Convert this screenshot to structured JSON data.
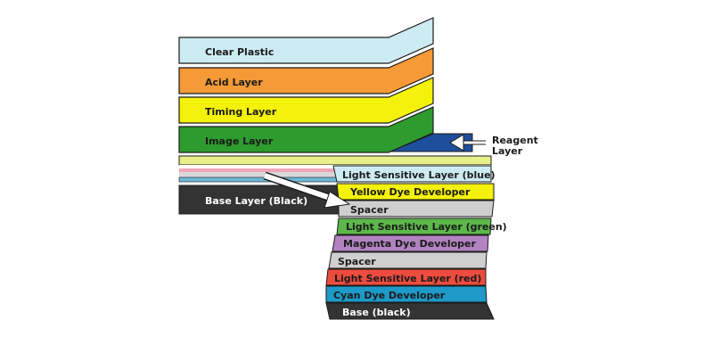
{
  "diagram": {
    "upper_layers": [
      {
        "label": "Clear Plastic",
        "color": "#cdebf2",
        "text_color": "#1b1b1b"
      },
      {
        "label": "Acid Layer",
        "color": "#f59a36",
        "text_color": "#1b1b1b"
      },
      {
        "label": "Timing Layer",
        "color": "#f4f20a",
        "text_color": "#1b1b1b"
      },
      {
        "label": "Image Layer",
        "color": "#2e9b2e",
        "text_color": "#1b1b1b"
      }
    ],
    "reagent": {
      "label_line1": "Reagent",
      "label_line2": "Layer",
      "color": "#1f4e9c"
    },
    "base_layer": {
      "label": "Base Layer (Black)",
      "color": "#333333",
      "text_color": "#ffffff"
    },
    "negative_layers": [
      {
        "label": "Light Sensitive Layer (blue)",
        "color": "#cdebf2",
        "text_color": "#1b1b1b"
      },
      {
        "label": "Yellow Dye Developer",
        "color": "#f4f20a",
        "text_color": "#1b1b1b"
      },
      {
        "label": "Spacer",
        "color": "#cfcfcf",
        "text_color": "#1b1b1b"
      },
      {
        "label": "Light Sensitive Layer (green)",
        "color": "#5cb84a",
        "text_color": "#1b1b1b"
      },
      {
        "label": "Magenta Dye Developer",
        "color": "#b283c0",
        "text_color": "#1b1b1b"
      },
      {
        "label": "Spacer",
        "color": "#cfcfcf",
        "text_color": "#1b1b1b"
      },
      {
        "label": "Light Sensitive Layer (red)",
        "color": "#ee4b3f",
        "text_color": "#1b1b1b"
      },
      {
        "label": "Cyan Dye Developer",
        "color": "#1e99c8",
        "text_color": "#1b1b1b"
      },
      {
        "label": "Base (black)",
        "color": "#333333",
        "text_color": "#ffffff"
      }
    ],
    "thin_stripes": [
      {
        "name": "stripe-yellow-green",
        "color": "#e8f08a"
      },
      {
        "name": "stripe-white",
        "color": "#ffffff"
      },
      {
        "name": "stripe-pink",
        "color": "#f1a6b8"
      },
      {
        "name": "stripe-gray",
        "color": "#d8d8d8"
      },
      {
        "name": "stripe-blue",
        "color": "#6fb7d6"
      }
    ]
  }
}
